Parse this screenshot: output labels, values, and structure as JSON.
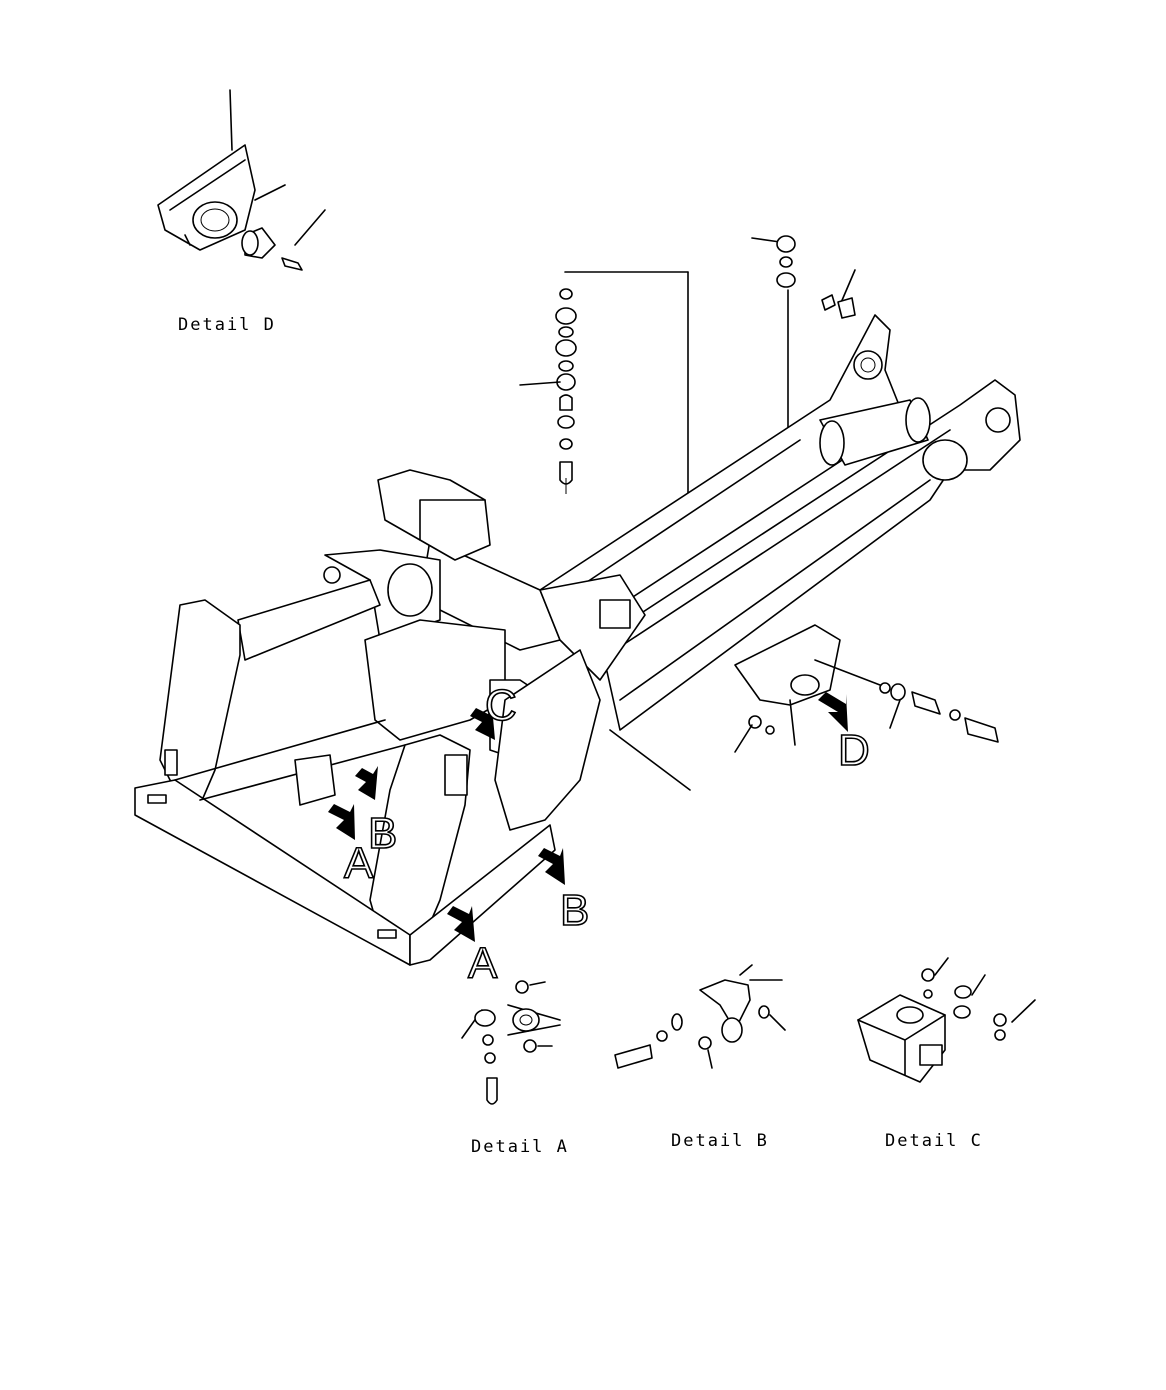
{
  "captions": {
    "detail_d": "Detail D",
    "detail_a": "Detail A",
    "detail_b": "Detail B",
    "detail_c": "Detail C"
  },
  "view_markers": {
    "a1": "A",
    "a2": "A",
    "b1": "B",
    "b2": "B",
    "c1": "C",
    "d1": "D"
  },
  "icons": {
    "view_arrow": "bold-arrow-icon"
  }
}
